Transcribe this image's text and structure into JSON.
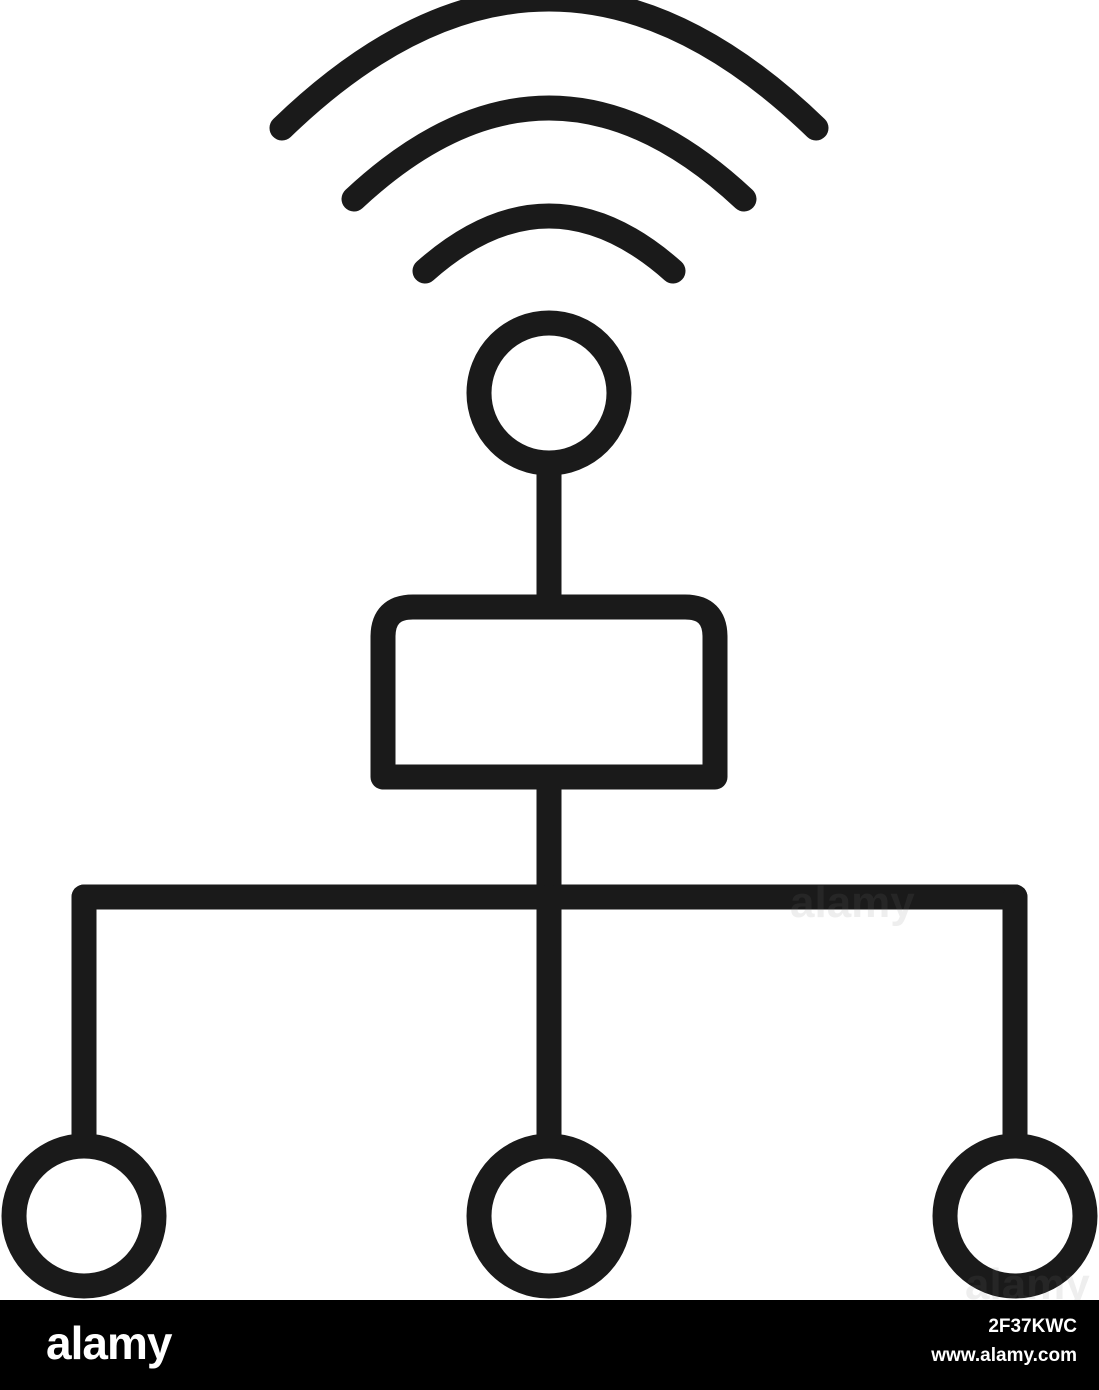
{
  "icon": {
    "name": "network-hierarchy-wifi-icon",
    "stroke_color": "#1a1a1a",
    "background_color": "#ffffff"
  },
  "watermark": {
    "text": "alamy"
  },
  "footer": {
    "brand": "alamy",
    "image_id": "2F37KWC",
    "site": "www.alamy.com",
    "background_color": "#000000",
    "text_color": "#ffffff"
  }
}
